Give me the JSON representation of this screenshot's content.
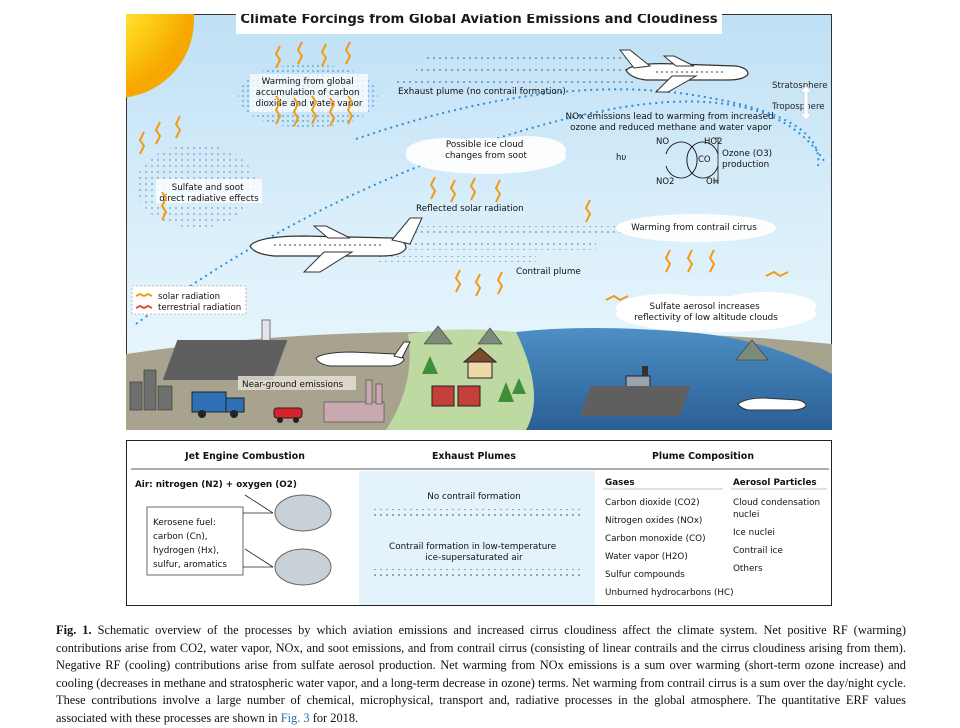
{
  "diagram": {
    "title": "Climate Forcings from Global Aviation Emissions and Cloudiness",
    "labels": {
      "warming_accumulation_1": "Warming from global",
      "warming_accumulation_2": "accumulation of carbon",
      "warming_accumulation_3": "dioxide and water vapor",
      "exhaust_plume": "Exhaust plume (no contrail formation)",
      "stratosphere": "Stratosphere",
      "troposphere": "Troposphere",
      "nox_1": "NOx emissions lead to warming from increased",
      "nox_2": "ozone and reduced methane and water vapor",
      "ice_cloud_1": "Possible ice cloud",
      "ice_cloud_2": "changes from soot",
      "sulfate_soot_1": "Sulfate and soot",
      "sulfate_soot_2": "direct radiative effects",
      "reflected_solar": "Reflected solar radiation",
      "contrail_cirrus": "Warming from contrail cirrus",
      "contrail_plume": "Contrail plume",
      "sulfate_aerosol_1": "Sulfate aerosol increases",
      "sulfate_aerosol_2": "reflectivity of low altitude clouds",
      "near_ground": "Near-ground emissions",
      "legend_solar": "solar radiation",
      "legend_terrestrial": "terrestrial radiation"
    },
    "chem": {
      "no": "NO",
      "ho2": "HO2",
      "co": "CO",
      "no2": "NO2",
      "oh": "OH",
      "hv": "hυ",
      "ozone_1": "Ozone (O3)",
      "ozone_2": "production"
    }
  },
  "table": {
    "headers": {
      "combustion": "Jet Engine Combustion",
      "plumes": "Exhaust Plumes",
      "composition": "Plume Composition"
    },
    "air": "Air: nitrogen (N2) + oxygen (O2)",
    "kerosene": [
      "Kerosene fuel:",
      "carbon (Cn),",
      "hydrogen (Hx),",
      "sulfur, aromatics"
    ],
    "no_contrail": "No contrail formation",
    "contrail_formation_1": "Contrail formation in low-temperature",
    "contrail_formation_2": "ice-supersaturated air",
    "gases_header": "Gases",
    "gases": [
      "Carbon dioxide (CO2)",
      "Nitrogen oxides (NOx)",
      "Carbon monoxide (CO)",
      "Water vapor (H2O)",
      "Sulfur compounds",
      "Unburned hydrocarbons (HC)"
    ],
    "aerosol_header": "Aerosol Particles",
    "aerosols": [
      "Cloud condensation",
      "nuclei",
      "Ice nuclei",
      "Contrail ice",
      "Others"
    ]
  },
  "caption": {
    "label": "Fig. 1.",
    "text_1": "Schematic overview of the processes by which aviation emissions and increased cirrus cloudiness affect the climate system. Net positive RF (warming) contributions arise from CO2, water vapor, NOx, and soot emissions, and from contrail cirrus (consisting of linear contrails and the cirrus cloudiness arising from them). Negative RF (cooling) contributions arise from sulfate aerosol production. Net warming from NOx emissions is a sum over warming (short-term ozone increase) and cooling (decreases in methane and stratospheric water vapor, and a long-term decrease in ozone) terms. Net warming from contrail cirrus is a sum over the day/night cycle. These contributions involve a large number of chemical, microphysical, transport and, radiative processes in the global atmosphere. The quantitative ERF values associated with these processes are shown in",
    "fig_ref": "Fig. 3",
    "text_2": "for 2018."
  }
}
